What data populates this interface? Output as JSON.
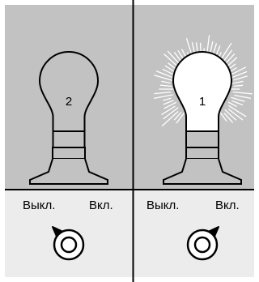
{
  "colors": {
    "lamp_bg": "#c2c2c2",
    "switch_bg": "#ececec",
    "line": "#000000",
    "bulb_off": "#c2c2c2",
    "bulb_on": "#ffffff"
  },
  "lamps": [
    {
      "number": "2",
      "state": "off",
      "off_label": "Выкл.",
      "on_label": "Вкл.",
      "switch_position": "off"
    },
    {
      "number": "1",
      "state": "on",
      "off_label": "Выкл.",
      "on_label": "Вкл.",
      "switch_position": "on"
    }
  ]
}
